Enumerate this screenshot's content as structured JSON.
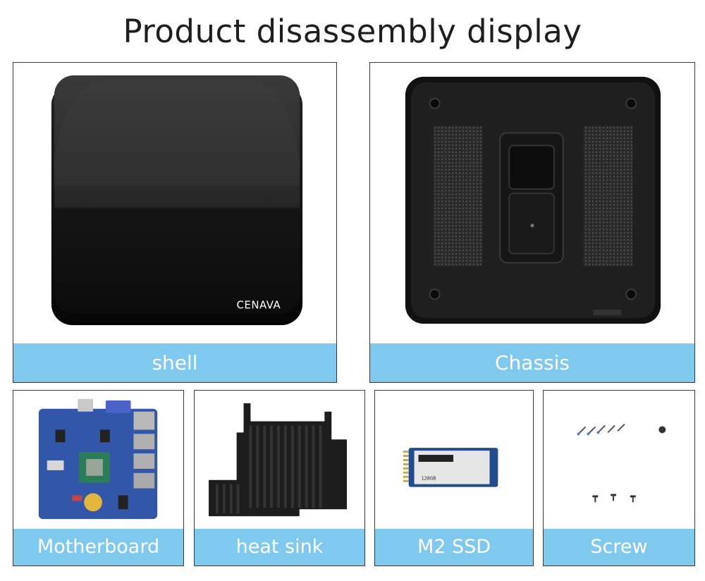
{
  "title": "Product disassembly display",
  "components": {
    "shell": {
      "label": "shell",
      "brand_logo": "CENAVA",
      "icon": "mini-pc-shell-photo"
    },
    "chassis": {
      "label": "Chassis",
      "icon": "chassis-bottom-photo"
    },
    "motherboard": {
      "label": "Motherboard",
      "icon": "motherboard-photo"
    },
    "heat_sink": {
      "label": "heat sink",
      "icon": "heat-sink-photo"
    },
    "m2_ssd": {
      "label": "M2 SSD",
      "icon": "m2-ssd-photo",
      "capacity_text": "128GB"
    },
    "screw": {
      "label": "Screw",
      "icon": "screws-photo"
    }
  },
  "colors": {
    "label_bar": "#7fc9ee",
    "label_text": "#ffffff",
    "title_text": "#1e1e1e",
    "card_border": "#3a3a3a"
  }
}
